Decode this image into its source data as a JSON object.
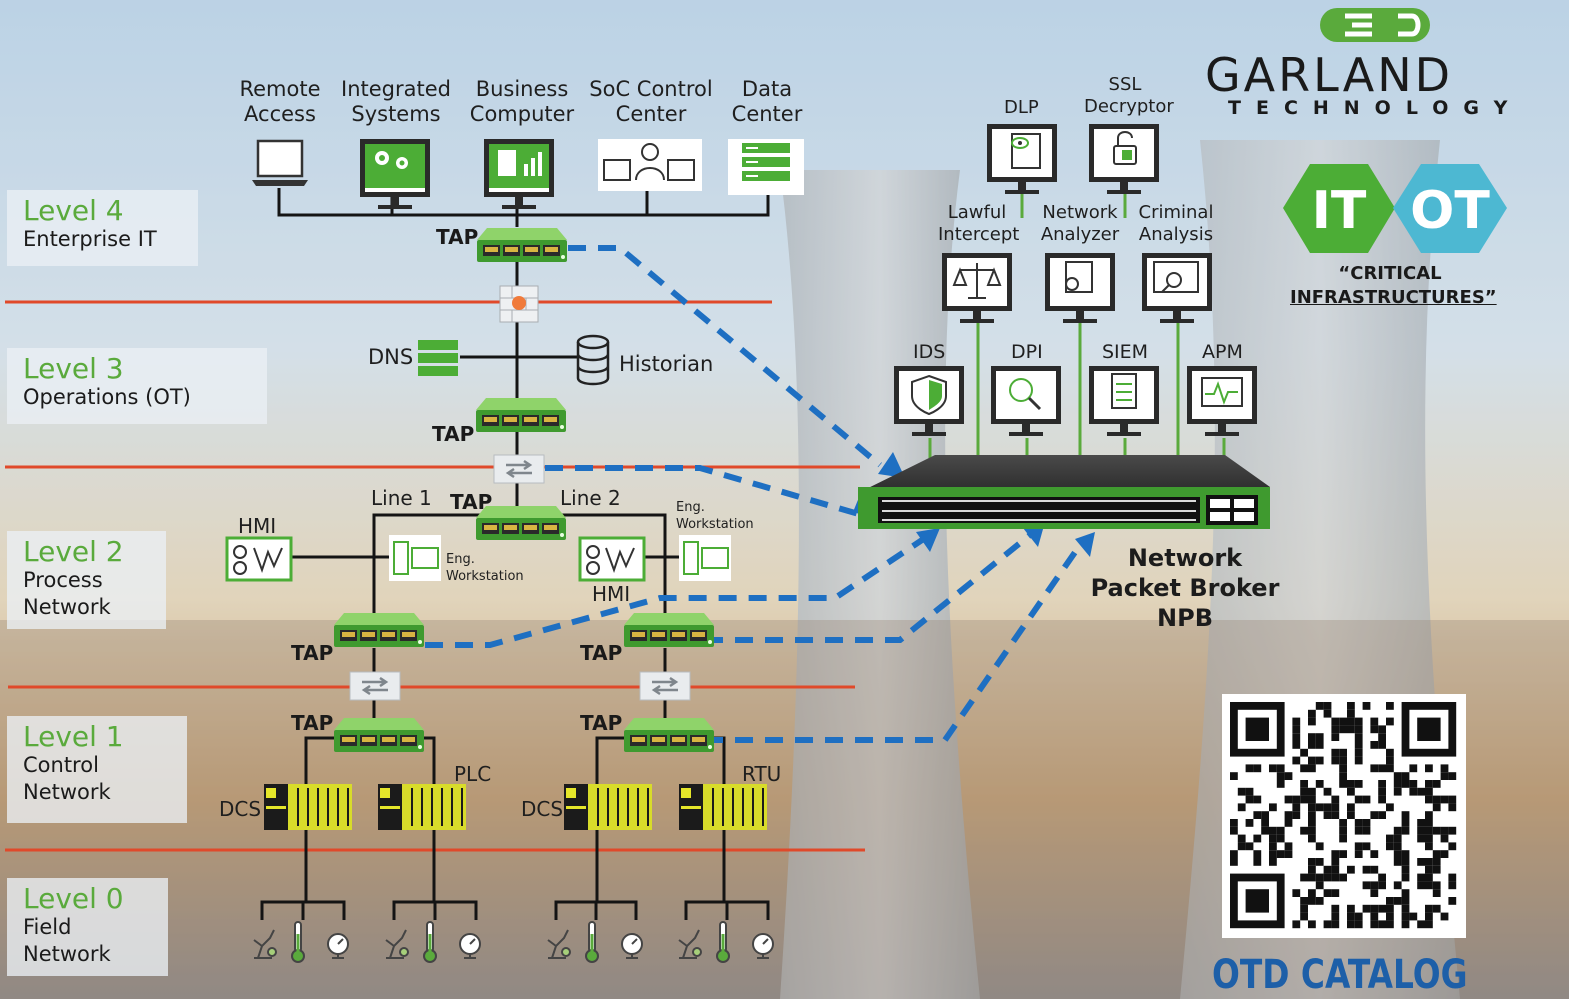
{
  "brand": {
    "name": "GARLAND",
    "tagline": "TECHNOLOGY"
  },
  "badge": {
    "left": "IT",
    "right": "OT",
    "caption_line1": "“CRITICAL",
    "caption_line2": "INFRASTRUCTURES”"
  },
  "catalog": {
    "label": "OTD CATALOG"
  },
  "levels": [
    {
      "name": "Level 4",
      "desc": [
        "Enterprise IT"
      ]
    },
    {
      "name": "Level 3",
      "desc": [
        "Operations (OT)"
      ]
    },
    {
      "name": "Level 2",
      "desc": [
        "Process",
        "Network"
      ]
    },
    {
      "name": "Level 1",
      "desc": [
        "Control",
        "Network"
      ]
    },
    {
      "name": "Level 0",
      "desc": [
        "Field",
        "Network"
      ]
    }
  ],
  "enterprise_systems": [
    {
      "l1": "Remote",
      "l2": "Access",
      "icon": "laptop-icon"
    },
    {
      "l1": "Integrated",
      "l2": "Systems",
      "icon": "gears-monitor-icon"
    },
    {
      "l1": "Business",
      "l2": "Computer",
      "icon": "chart-monitor-icon"
    },
    {
      "l1": "SoC Control",
      "l2": "Center",
      "icon": "operator-console-icon"
    },
    {
      "l1": "Data",
      "l2": "Center",
      "icon": "server-rack-icon"
    }
  ],
  "network_nodes": {
    "dns": "DNS",
    "historian": "Historian",
    "line1": "Line 1",
    "line2": "Line 2",
    "hmi": "HMI",
    "eng1": "Eng.",
    "eng2": "Workstation",
    "dcs": "DCS",
    "plc": "PLC",
    "rtu": "RTU",
    "tap": "TAP"
  },
  "tools_top": [
    {
      "label": "DLP",
      "icon": "eye-document-icon"
    },
    {
      "l1": "SSL",
      "l2": "Decryptor",
      "icon": "unlock-icon"
    }
  ],
  "tools_mid": [
    {
      "l1": "Lawful",
      "l2": "Intercept",
      "icon": "scales-icon"
    },
    {
      "l1": "Network",
      "l2": "Analyzer",
      "icon": "analyzer-icon"
    },
    {
      "l1": "Criminal",
      "l2": "Analysis",
      "icon": "magnifier-window-icon"
    }
  ],
  "tools_bottom": [
    {
      "label": "IDS",
      "icon": "shield-icon"
    },
    {
      "label": "DPI",
      "icon": "dpi-magnifier-icon"
    },
    {
      "label": "SIEM",
      "icon": "siem-document-icon"
    },
    {
      "label": "APM",
      "icon": "waveform-icon"
    }
  ],
  "npb": {
    "l1": "Network",
    "l2": "Packet Broker",
    "l3": "NPB"
  },
  "colors": {
    "green": "#5aaa3c",
    "dark_green": "#2e7d1f",
    "blue_dash": "#1e6fc2",
    "red_line": "#e0492a",
    "teal": "#4db8d2"
  }
}
